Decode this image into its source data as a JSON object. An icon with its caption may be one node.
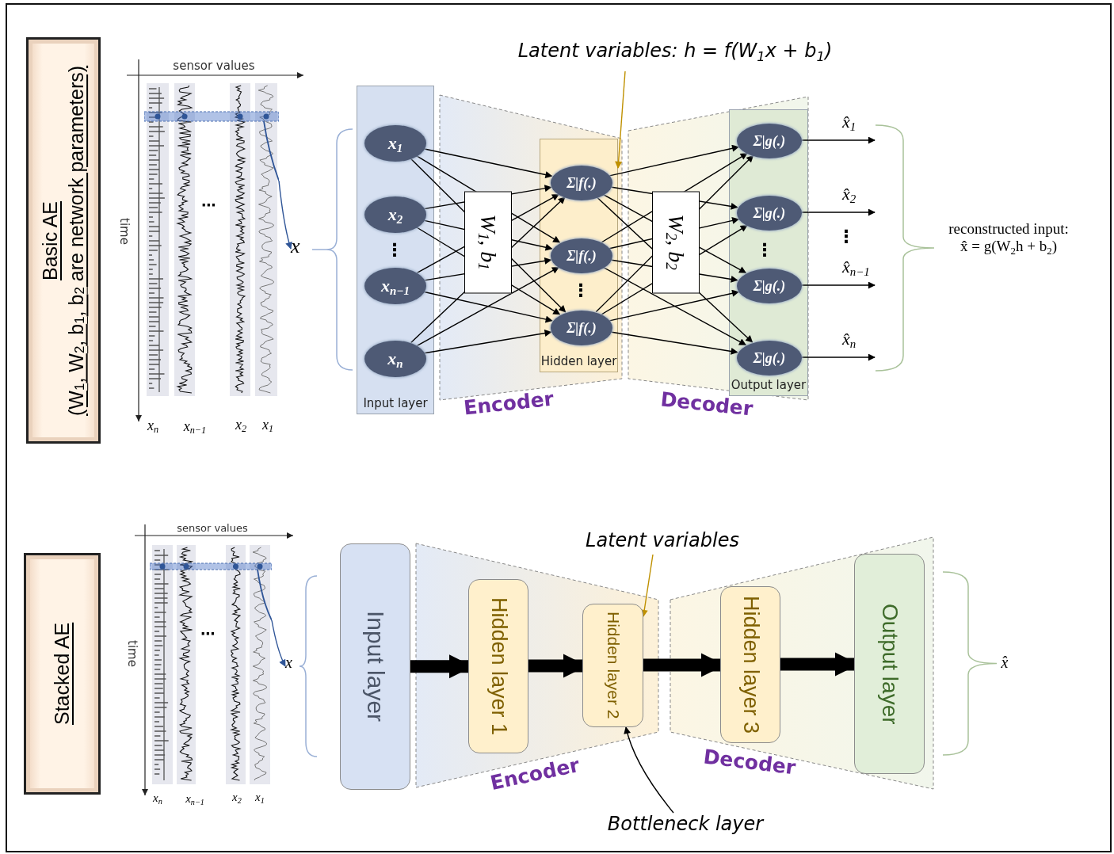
{
  "diagram": {
    "nodes": [
      {
        "text": [
          "Basic AE",
          "(W$_{1}$, W$_{2}$, b$_{1}$, b$_{2}$ are network parameters)"
        ]
      },
      {
        "text": [],
        "shape": "picture"
      },
      {
        "text": [
          "x"
        ]
      },
      {
        "text": [
          "Latent variables: h = f(W$_{1}$x + b$_{1}$)"
        ]
      },
      {
        "text": [
          "Input layer"
        ]
      },
      {
        "text": [
          "x$_{1}$"
        ],
        "in": 4
      },
      {
        "text": [
          "x$_{2}$"
        ],
        "in": 4
      },
      {
        "text": [
          "x$_{n−1}$"
        ],
        "in": 4
      },
      {
        "text": [
          "x$_{n}$"
        ],
        "in": 4
      },
      {
        "text": [
          "Hidden layer"
        ]
      },
      {
        "text": [
          "Σ|f(.)"
        ],
        "in": 9
      },
      {
        "text": [
          "Σ|f(.)"
        ],
        "in": 9
      },
      {
        "text": [
          "Σ|f(.)"
        ],
        "in": 9
      },
      {
        "text": [
          "Output layer"
        ]
      },
      {
        "text": [
          "Σ|g(.)"
        ],
        "in": 13
      },
      {
        "text": [
          "Σ|g(.)"
        ],
        "in": 13
      },
      {
        "text": [
          "Σ|g(.)"
        ],
        "in": 13
      },
      {
        "text": [
          "Σ|g(.)"
        ],
        "in": 13
      },
      {
        "text": [
          "Stacked AE"
        ]
      },
      {
        "text": [],
        "shape": "picture"
      },
      {
        "text": [
          "x"
        ]
      },
      {
        "text": [
          "Latent variables"
        ]
      },
      {
        "text": [
          "Input layer"
        ]
      },
      {
        "text": [
          "Hidden layer 1"
        ]
      },
      {
        "text": [
          "Hidden layer 2"
        ]
      },
      {
        "text": [
          "Hidden layer 3"
        ]
      },
      {
        "text": [
          "Output layer"
        ]
      },
      {
        "text": [
          "Bottleneck layer"
        ]
      },
      {
        "text": [],
        "shape": "brace"
      }
    ],
    "edges": [
      {
        "from": 1,
        "to": 2,
        "arrow": "to",
        "color": "#2f5597"
      },
      {
        "from": 3,
        "to": 9,
        "arrow": "to",
        "color": "#bf9000"
      },
      {
        "from": 5,
        "to": 10,
        "arrow": "to"
      },
      {
        "from": 5,
        "to": 11,
        "arrow": "to"
      },
      {
        "from": 5,
        "to": 12,
        "arrow": "to"
      },
      {
        "from": 6,
        "to": 10,
        "arrow": "to"
      },
      {
        "from": 6,
        "to": 11,
        "arrow": "to"
      },
      {
        "from": 6,
        "to": 12,
        "arrow": "to"
      },
      {
        "from": 7,
        "to": 10,
        "arrow": "to"
      },
      {
        "from": 7,
        "to": 11,
        "arrow": "to"
      },
      {
        "from": 7,
        "to": 12,
        "arrow": "to"
      },
      {
        "from": 8,
        "to": 10,
        "arrow": "to"
      },
      {
        "from": 8,
        "to": 11,
        "arrow": "to"
      },
      {
        "from": 8,
        "to": 12,
        "arrow": "to"
      },
      {
        "from": 10,
        "to": 14,
        "arrow": "to"
      },
      {
        "from": 10,
        "to": 15,
        "arrow": "to"
      },
      {
        "from": 10,
        "to": 16,
        "arrow": "to"
      },
      {
        "from": 10,
        "to": 17,
        "arrow": "to"
      },
      {
        "from": 11,
        "to": 14,
        "arrow": "to"
      },
      {
        "from": 11,
        "to": 15,
        "arrow": "to"
      },
      {
        "from": 11,
        "to": 16,
        "arrow": "to"
      },
      {
        "from": 11,
        "to": 17,
        "arrow": "to"
      },
      {
        "from": 12,
        "to": 14,
        "arrow": "to"
      },
      {
        "from": 12,
        "to": 15,
        "arrow": "to"
      },
      {
        "from": 12,
        "to": 16,
        "arrow": "to"
      },
      {
        "from": 12,
        "to": 17,
        "arrow": "to"
      },
      {
        "from": 14,
        "to": 28,
        "arrow": "to",
        "label": "x̂$_{1}$"
      },
      {
        "from": 15,
        "to": 28,
        "arrow": "to",
        "label": "x̂$_{2}$"
      },
      {
        "from": 16,
        "to": 28,
        "arrow": "to",
        "label": "x̂$_{n−1}$"
      },
      {
        "from": 17,
        "to": 28,
        "arrow": "to",
        "label": "x̂$_{n}$"
      },
      {
        "from": 19,
        "to": 20,
        "arrow": "to",
        "color": "#2f5597"
      },
      {
        "from": 21,
        "to": 24,
        "arrow": "to",
        "color": "#bf9000"
      },
      {
        "from": 22,
        "to": 23,
        "arrow": "to",
        "style": "thick"
      },
      {
        "from": 23,
        "to": 24,
        "arrow": "to",
        "style": "thick"
      },
      {
        "from": 24,
        "to": 25,
        "arrow": "to",
        "style": "thick"
      },
      {
        "from": 25,
        "to": 26,
        "arrow": "to",
        "style": "thick"
      },
      {
        "from": 27,
        "to": 24,
        "arrow": "to"
      }
    ],
    "labels": [
      "sensor values",
      "time",
      "⋯",
      "x$_{n}$",
      "x$_{n−1}$",
      "x$_{2}$",
      "x$_{1}$",
      "⋮",
      "W$_{1}$, b$_{1}$",
      "⋮",
      "W$_{2}$, b$_{2}$",
      "⋮",
      "⋮",
      "reconstructed input: x̂ = g(W$_{2}$h + b$_{2}$)",
      "Encoder",
      "Decoder",
      "sensor values",
      "time",
      "⋯",
      "x$_{n}$",
      "x$_{n−1}$",
      "x$_{2}$",
      "x$_{1}$",
      "Encoder",
      "Decoder",
      "x̂"
    ]
  }
}
